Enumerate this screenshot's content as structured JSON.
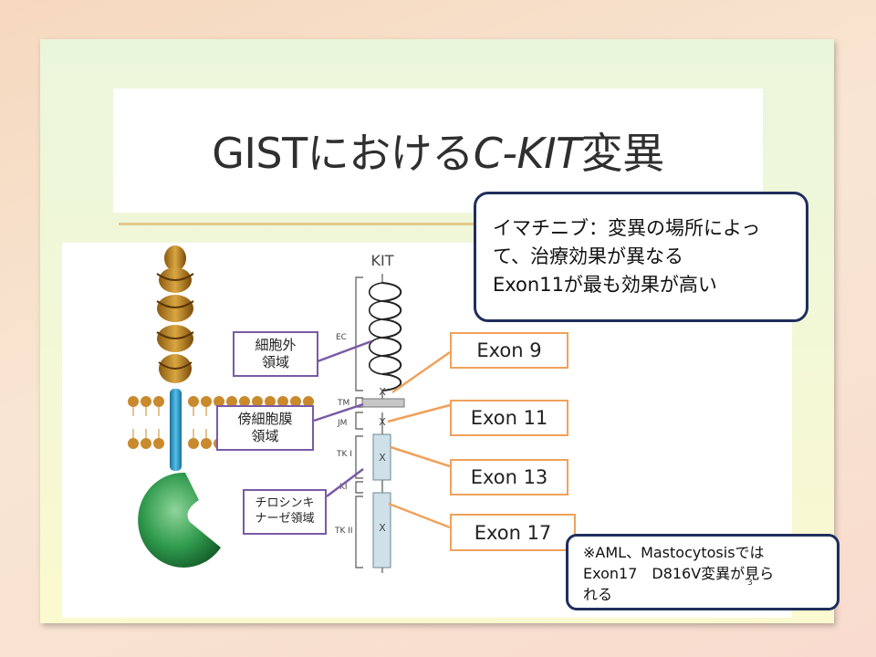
{
  "title": {
    "prefix": "GISTにおける",
    "emphasis": "C-KIT",
    "suffix": "変異"
  },
  "diagram": {
    "kit_label": "KIT",
    "domain_codes": {
      "ec": "EC",
      "tm": "TM",
      "jm": "JM",
      "tk1": "TK I",
      "ki": "KI",
      "tk2": "TK II"
    },
    "mutation_mark": "X"
  },
  "region_labels": {
    "extracellular": "細胞外\n領域",
    "juxtamembrane": "傍細胞膜\n領域",
    "tyrosine_kinase": "チロシンキ\nナーゼ領域"
  },
  "exons": [
    "Exon 9",
    "Exon 11",
    "Exon 13",
    "Exon 17"
  ],
  "callout_main": {
    "line1": "イマチニブ：変異の場所によっ",
    "line2": "て、治療効果が異なる",
    "line3": "Exon11が最も効果が高い"
  },
  "callout_note": {
    "line1": "※AML、Mastocytosisでは",
    "line2": "Exon17　D816V変異が見ら",
    "line3": "れる"
  },
  "page_number": "3",
  "colors": {
    "label_border": "#7a5aa6",
    "exon_border": "#f0a15b",
    "callout_border": "#1f2e5c",
    "title_rule": "#e2c98c"
  }
}
